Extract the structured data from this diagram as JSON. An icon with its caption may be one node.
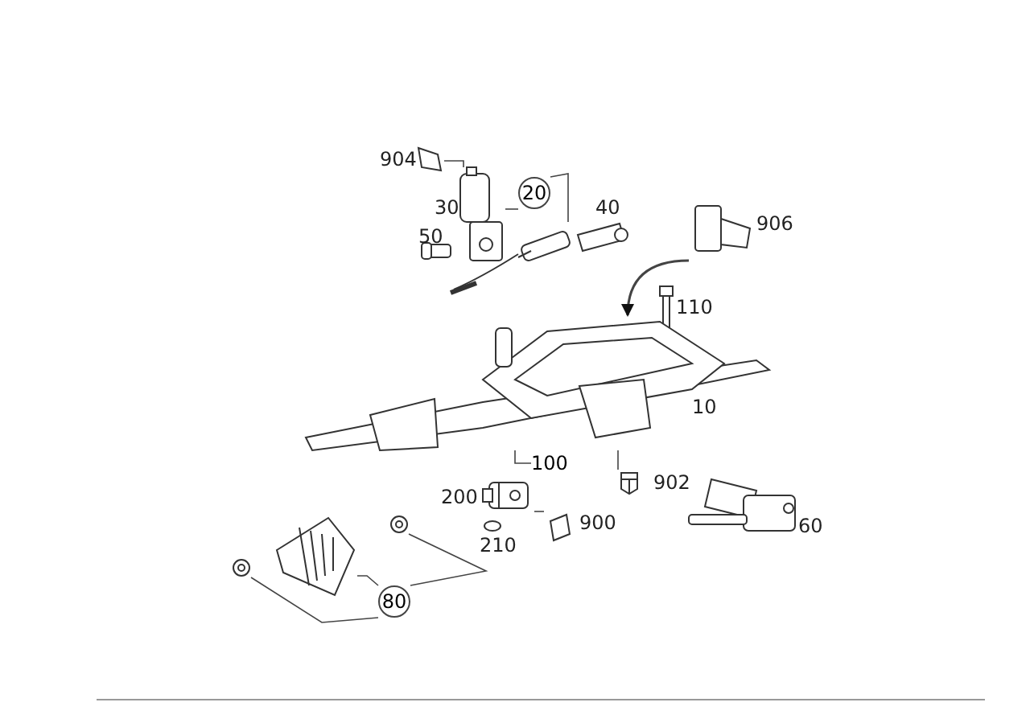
{
  "diagram": {
    "nodes": [
      {
        "text": [
          "20"
        ]
      },
      {
        "text": [],
        "shape": "picture"
      },
      {
        "text": [],
        "shape": "picture"
      },
      {
        "text": [],
        "shape": "picture"
      },
      {
        "text": [
          "80"
        ]
      },
      {
        "text": [],
        "shape": "picture"
      },
      {
        "text": [],
        "shape": "picture"
      },
      {
        "text": [],
        "shape": "picture"
      },
      {
        "text": [],
        "shape": "picture",
        "beside": [
          "906"
        ]
      },
      {
        "text": [
          "100"
        ]
      },
      {
        "text": [],
        "shape": "picture",
        "beside": [
          "902"
        ]
      },
      {
        "text": [],
        "shape": "picture",
        "beside": [
          "900"
        ]
      },
      {
        "text": [],
        "shape": "picture"
      },
      {
        "text": [],
        "shape": "picture",
        "beside": [
          "904"
        ]
      }
    ],
    "edges": [
      {
        "from": 0,
        "to": 1,
        "arrow": "none"
      },
      {
        "from": 0,
        "to": 2,
        "arrow": "none"
      },
      {
        "from": 4,
        "to": 5,
        "arrow": "none"
      },
      {
        "from": 4,
        "to": 6,
        "arrow": "none"
      },
      {
        "from": 4,
        "to": 7,
        "arrow": "none"
      },
      {
        "from": 8,
        "to": 3,
        "arrow": "to"
      },
      {
        "from": 9,
        "to": 3,
        "arrow": "none"
      },
      {
        "from": 10,
        "to": 3,
        "arrow": "none"
      },
      {
        "from": 11,
        "to": 12,
        "arrow": "none"
      },
      {
        "from": 13,
        "to": 1,
        "arrow": "none"
      }
    ],
    "labels": [
      "30",
      "40",
      "50",
      "110",
      "10",
      "200",
      "210",
      "60"
    ]
  }
}
